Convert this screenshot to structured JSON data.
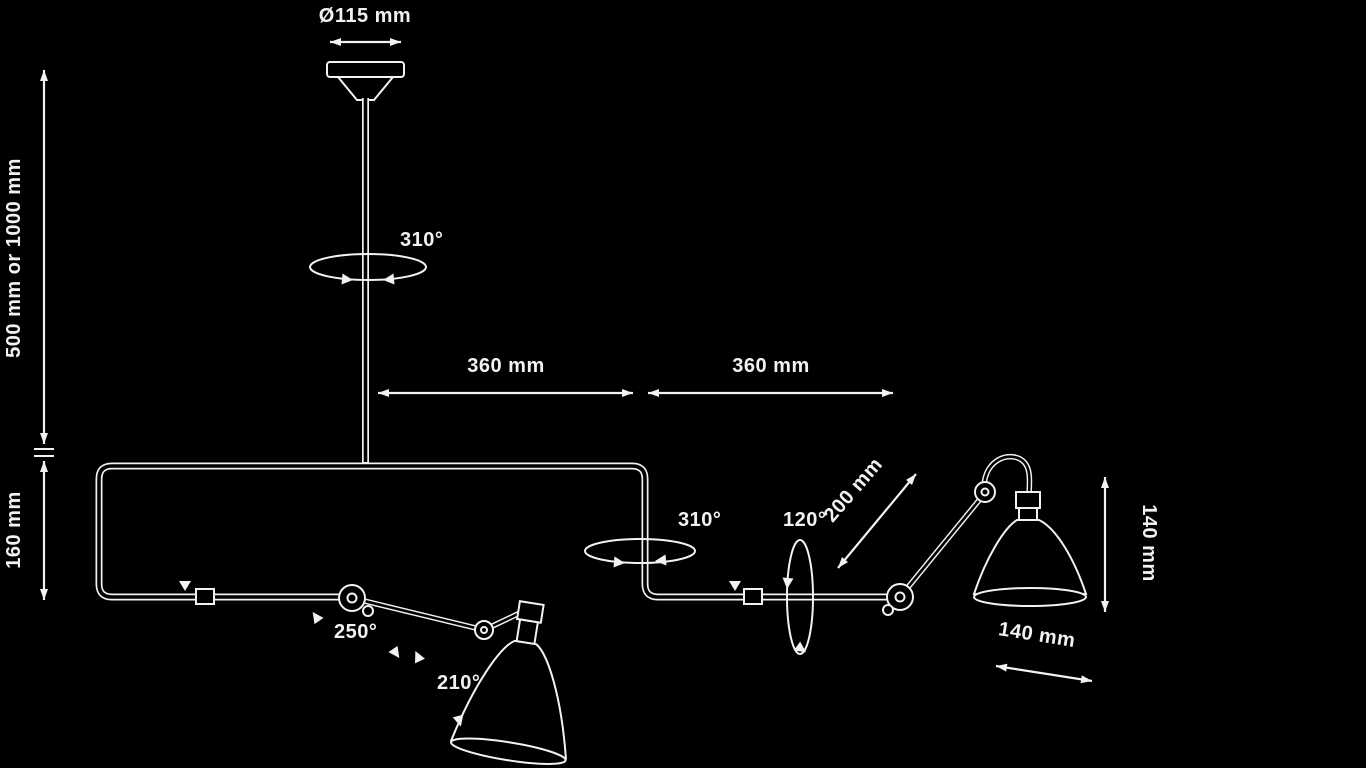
{
  "page": {
    "colors": {
      "background": "#000000",
      "line": "#f2f2f2",
      "text": "#f2f2f2"
    }
  },
  "labels": {
    "rose_diameter": "Ø115 mm",
    "drop_height": "500 mm or 1000 mm",
    "body_height": "160 mm",
    "stem_rotation_angle": "310°",
    "left_arm_length": "360 mm",
    "right_arm_length": "360 mm",
    "arm_rotation_angle": "310°",
    "elbow_rotation_angle": "120°",
    "forearm_length": "200 mm",
    "shade_height": "140 mm",
    "shade_diameter": "140 mm",
    "left_elbow_angle": "250°",
    "shade_tilt_angle": "210°"
  }
}
